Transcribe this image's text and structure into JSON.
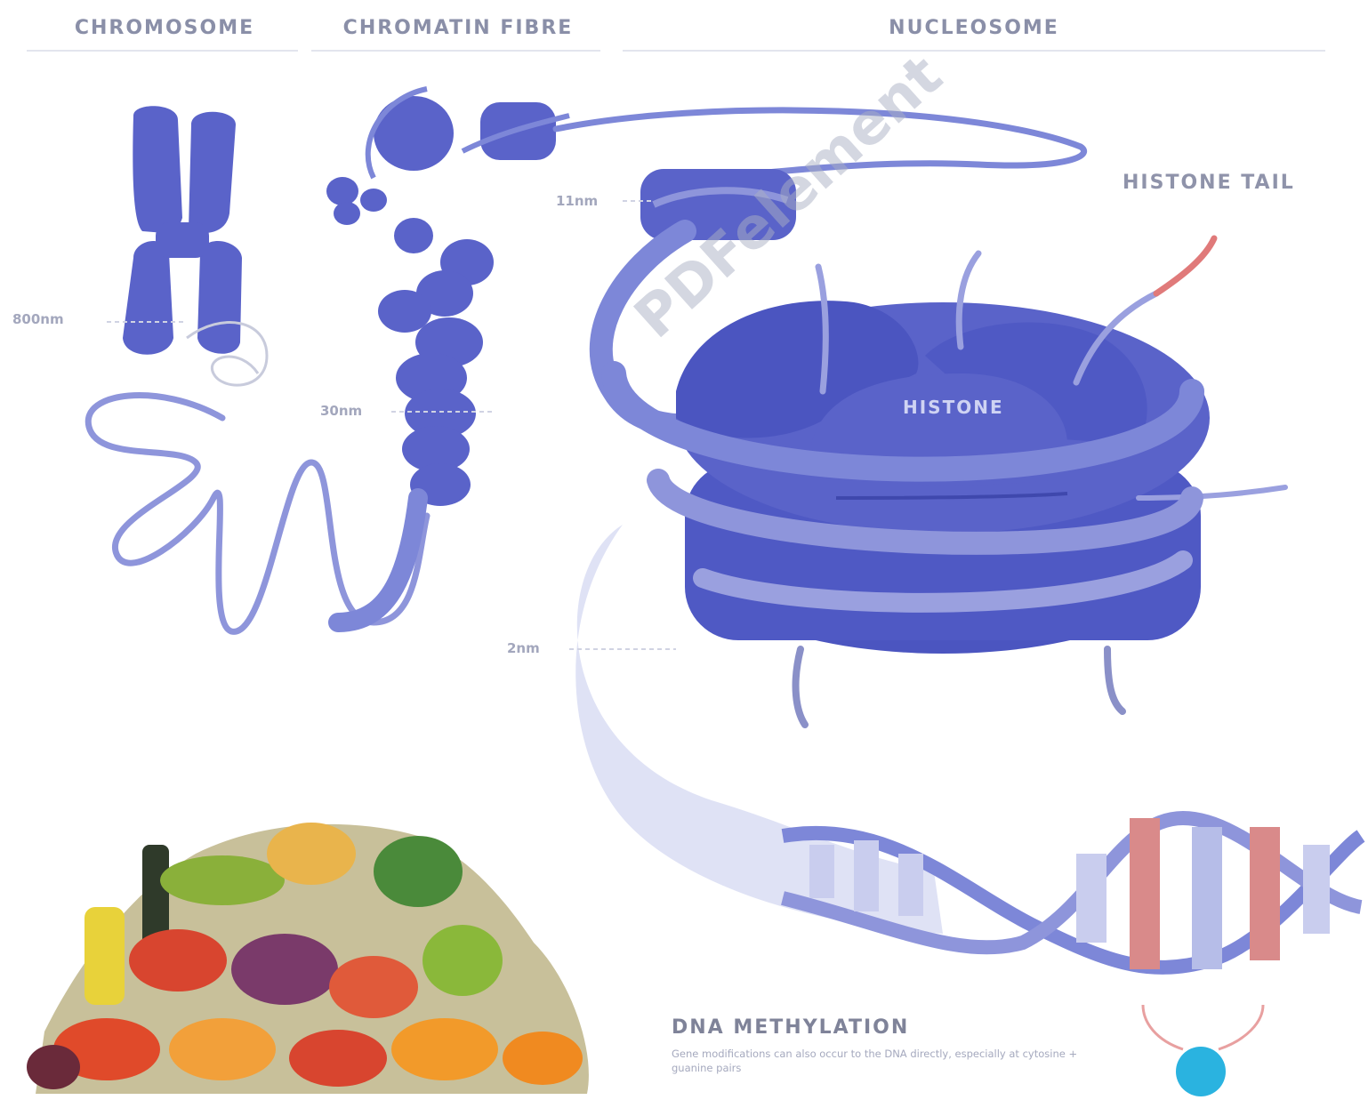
{
  "headers": {
    "chromosome": "CHROMOSOME",
    "chromatin_fibre": "CHROMATIN FIBRE",
    "nucleosome": "NUCLEOSOME"
  },
  "scales": {
    "chromosome": "800nm",
    "fibre": "30nm",
    "nucleosome": "11nm",
    "dna": "2nm"
  },
  "labels": {
    "histone_tail": "HISTONE TAIL",
    "histone": "HISTONE"
  },
  "dna_methylation": {
    "title": "DNA METHYLATION",
    "description": "Gene modifications can also occur to the DNA directly, especially at cytosine + guanine pairs"
  },
  "watermark": "PDFelement",
  "colors": {
    "histone": "#5560c8",
    "dna_strand": "#7d87d8",
    "dna_light": "#c9cdee",
    "histone_tail": "#e07a7a",
    "methyl": "#2ab3e0",
    "header_text": "#8a8fa8"
  }
}
